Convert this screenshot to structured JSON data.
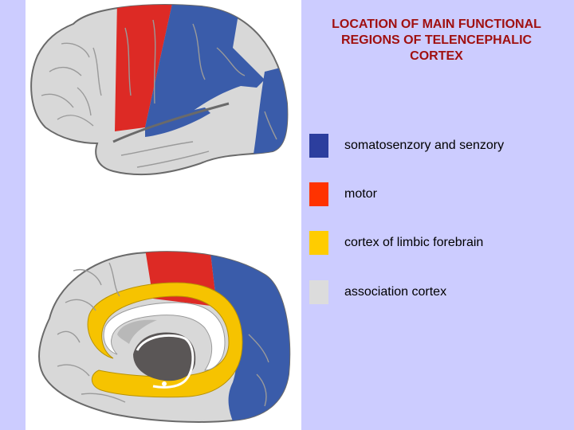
{
  "title": "LOCATION OF MAIN FUNCTIONAL\nREGIONS OF TELENCEPHALIC\nCORTEX",
  "colors": {
    "background": "#ccccff",
    "panel": "#ffffff",
    "title": "#a01010",
    "somatosensory": "#2c3e9e",
    "motor": "#ff3300",
    "limbic": "#ffcc00",
    "association": "#dcdcdc",
    "brain_blue": "#3a5caa",
    "brain_red": "#dd2a25",
    "brain_yellow": "#f6c300",
    "brain_gray": "#d8d8d8"
  },
  "legend": [
    {
      "key": "somatosensory",
      "label": "somatosenzory and senzory"
    },
    {
      "key": "motor",
      "label": "motor"
    },
    {
      "key": "limbic",
      "label": "cortex of limbic forebrain"
    },
    {
      "key": "association",
      "label": "association cortex"
    }
  ]
}
